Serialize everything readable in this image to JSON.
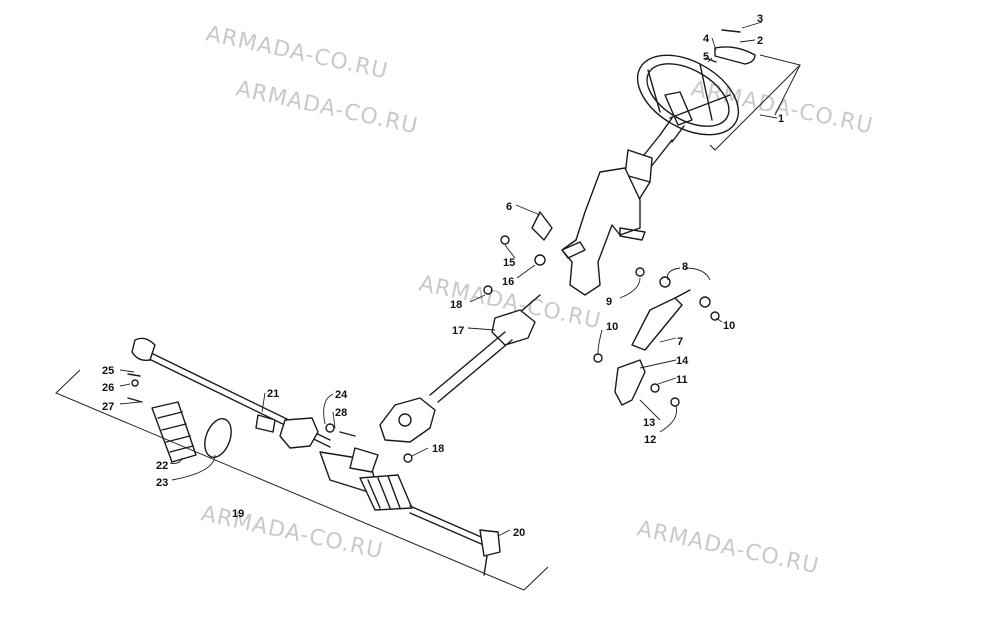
{
  "watermark": {
    "text": "ARMADA-CO.RU"
  },
  "callouts": [
    {
      "id": "c1",
      "label": "1"
    },
    {
      "id": "c2",
      "label": "2"
    },
    {
      "id": "c3",
      "label": "3"
    },
    {
      "id": "c4",
      "label": "4"
    },
    {
      "id": "c5",
      "label": "5"
    },
    {
      "id": "c6",
      "label": "6"
    },
    {
      "id": "c7",
      "label": "7"
    },
    {
      "id": "c8",
      "label": "8"
    },
    {
      "id": "c9",
      "label": "9"
    },
    {
      "id": "c10a",
      "label": "10"
    },
    {
      "id": "c10b",
      "label": "10"
    },
    {
      "id": "c11",
      "label": "11"
    },
    {
      "id": "c12",
      "label": "12"
    },
    {
      "id": "c13",
      "label": "13"
    },
    {
      "id": "c14",
      "label": "14"
    },
    {
      "id": "c15",
      "label": "15"
    },
    {
      "id": "c16",
      "label": "16"
    },
    {
      "id": "c17",
      "label": "17"
    },
    {
      "id": "c18a",
      "label": "18"
    },
    {
      "id": "c18b",
      "label": "18"
    },
    {
      "id": "c19",
      "label": "19"
    },
    {
      "id": "c20",
      "label": "20"
    },
    {
      "id": "c21",
      "label": "21"
    },
    {
      "id": "c22",
      "label": "22"
    },
    {
      "id": "c23",
      "label": "23"
    },
    {
      "id": "c24",
      "label": "24"
    },
    {
      "id": "c25",
      "label": "25"
    },
    {
      "id": "c26",
      "label": "26"
    },
    {
      "id": "c27",
      "label": "27"
    },
    {
      "id": "c28",
      "label": "28"
    }
  ]
}
